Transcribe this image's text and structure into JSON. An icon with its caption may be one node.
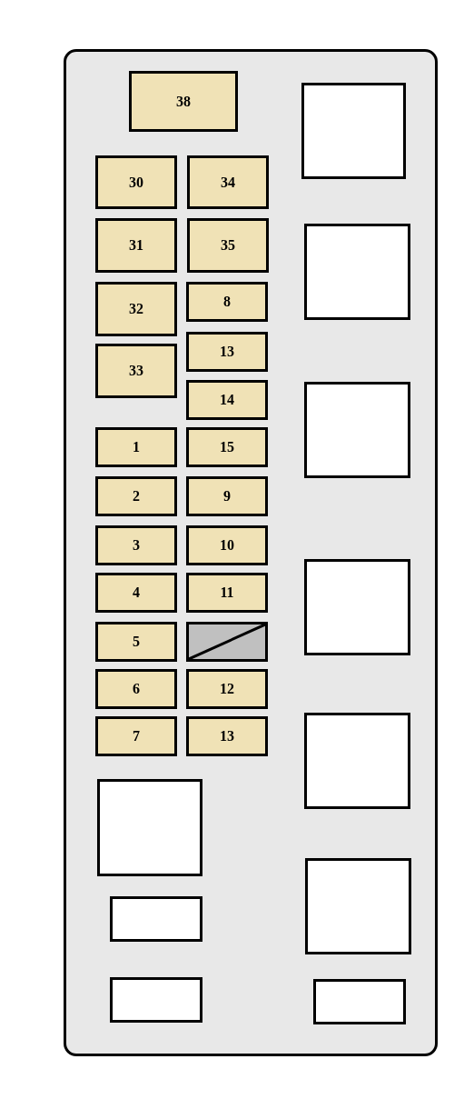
{
  "diagram": {
    "nodes": [
      {
        "text": [],
        "shape": "box"
      },
      {
        "text": [
          "38"
        ],
        "in": 0
      },
      {
        "text": [],
        "shape": "box",
        "in": 0
      },
      {
        "text": [
          "30"
        ],
        "in": 0
      },
      {
        "text": [
          "34"
        ],
        "in": 0
      },
      {
        "text": [
          "31"
        ],
        "in": 0
      },
      {
        "text": [
          "35"
        ],
        "in": 0
      },
      {
        "text": [],
        "shape": "box",
        "in": 0
      },
      {
        "text": [
          "32"
        ],
        "in": 0
      },
      {
        "text": [
          "8"
        ],
        "in": 0
      },
      {
        "text": [
          "13"
        ],
        "in": 0
      },
      {
        "text": [
          "33"
        ],
        "in": 0
      },
      {
        "text": [],
        "shape": "box",
        "in": 0
      },
      {
        "text": [
          "14"
        ],
        "in": 0
      },
      {
        "text": [
          "1"
        ],
        "in": 0
      },
      {
        "text": [
          "15"
        ],
        "in": 0
      },
      {
        "text": [
          "2"
        ],
        "in": 0
      },
      {
        "text": [
          "9"
        ],
        "in": 0
      },
      {
        "text": [
          "3"
        ],
        "in": 0
      },
      {
        "text": [
          "10"
        ],
        "in": 0
      },
      {
        "text": [],
        "shape": "box",
        "in": 0
      },
      {
        "text": [
          "4"
        ],
        "in": 0
      },
      {
        "text": [
          "11"
        ],
        "in": 0
      },
      {
        "text": [
          "5"
        ],
        "in": 0
      },
      {
        "text": [],
        "shape": "box",
        "in": 0
      },
      {
        "text": [
          "6"
        ],
        "in": 0
      },
      {
        "text": [
          "12"
        ],
        "in": 0
      },
      {
        "text": [],
        "shape": "box",
        "in": 0
      },
      {
        "text": [
          "7"
        ],
        "in": 0
      },
      {
        "text": [
          "13"
        ],
        "in": 0
      },
      {
        "text": [],
        "shape": "box",
        "in": 0
      },
      {
        "text": [],
        "shape": "box",
        "in": 0
      },
      {
        "text": [],
        "shape": "box",
        "in": 0
      },
      {
        "text": [],
        "shape": "box",
        "in": 0
      },
      {
        "text": [],
        "shape": "box",
        "in": 0
      }
    ]
  }
}
